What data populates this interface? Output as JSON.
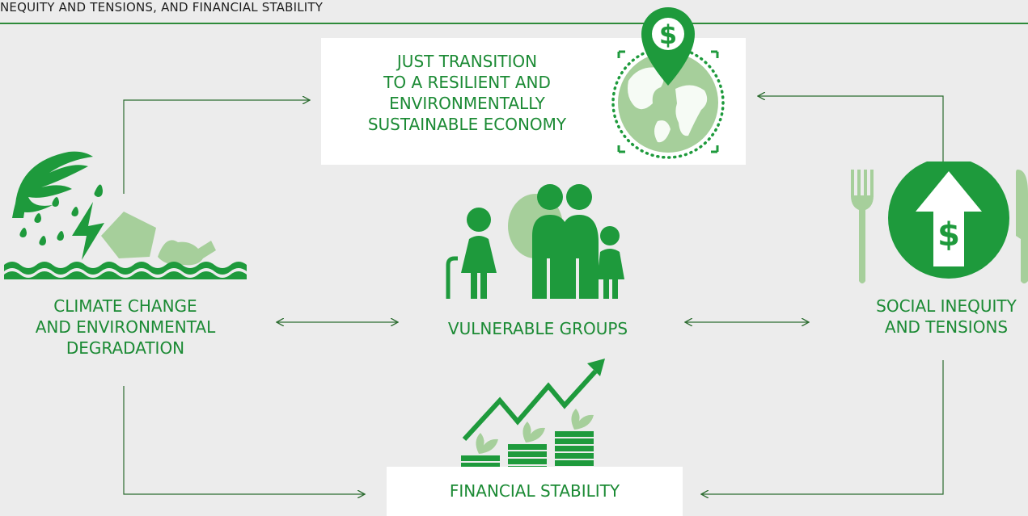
{
  "header": {
    "title": "NEQUITY AND TENSIONS, AND FINANCIAL STABILITY"
  },
  "nodes": {
    "just_transition": {
      "lines": [
        "JUST TRANSITION",
        "TO A RESILIENT AND",
        "ENVIRONMENTALLY",
        "SUSTAINABLE ECONOMY"
      ]
    },
    "climate": {
      "lines": [
        "CLIMATE CHANGE",
        "AND ENVIRONMENTAL",
        "DEGRADATION"
      ]
    },
    "vulnerable": {
      "lines": [
        "VULNERABLE GROUPS"
      ]
    },
    "social": {
      "lines": [
        "SOCIAL INEQUITY",
        "AND TENSIONS"
      ]
    },
    "financial": {
      "lines": [
        "FINANCIAL STABILITY"
      ]
    }
  },
  "icons": {
    "just_transition": "globe-with-dollar-pin-icon",
    "climate": "storm-flood-icon",
    "vulnerable": "family-group-icon",
    "social": "rising-food-price-icon",
    "financial": "growing-coins-icon",
    "currency_symbol": "$"
  },
  "colors": {
    "accent": "#1e9a3c",
    "accent_light": "#a6cf9b",
    "label": "#1b8a34",
    "arrow": "#2b6b2f",
    "background": "#ececec"
  }
}
